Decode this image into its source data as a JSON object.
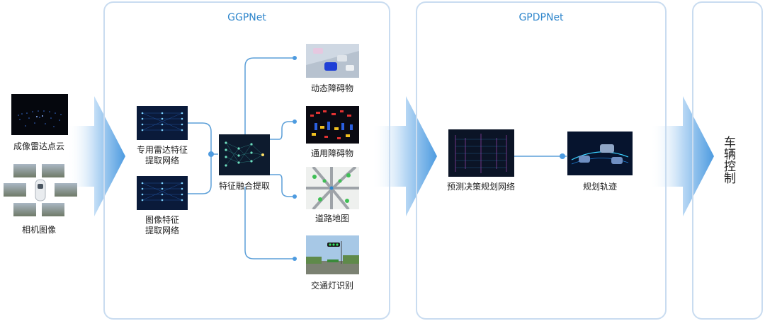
{
  "panels": {
    "ggpnet": {
      "title": "GGPNet"
    },
    "gpdpnet": {
      "title": "GPDPNet"
    },
    "control": {
      "title": "车辆控制"
    }
  },
  "inputs": {
    "lidar_label": "成像雷达点云",
    "camera_label": "相机图像"
  },
  "ggpnet": {
    "radar_net_label_line1": "专用雷达特征",
    "radar_net_label_line2": "提取网络",
    "image_net_label_line1": "图像特征",
    "image_net_label_line2": "提取网络",
    "fusion_label": "特征融合提取",
    "outputs": [
      {
        "label": "动态障碍物"
      },
      {
        "label": "通用障碍物"
      },
      {
        "label": "道路地图"
      },
      {
        "label": "交通灯识别"
      }
    ]
  },
  "gpdpnet": {
    "network_label": "预测决策规划网络",
    "trajectory_label": "规划轨迹"
  },
  "colors": {
    "panel_border": "#c9dcf0",
    "accent_blue": "#2f86cc",
    "connector": "#5b9fd8",
    "arrow_light": "#e8f2fb",
    "arrow_dark": "#4d9be0"
  }
}
